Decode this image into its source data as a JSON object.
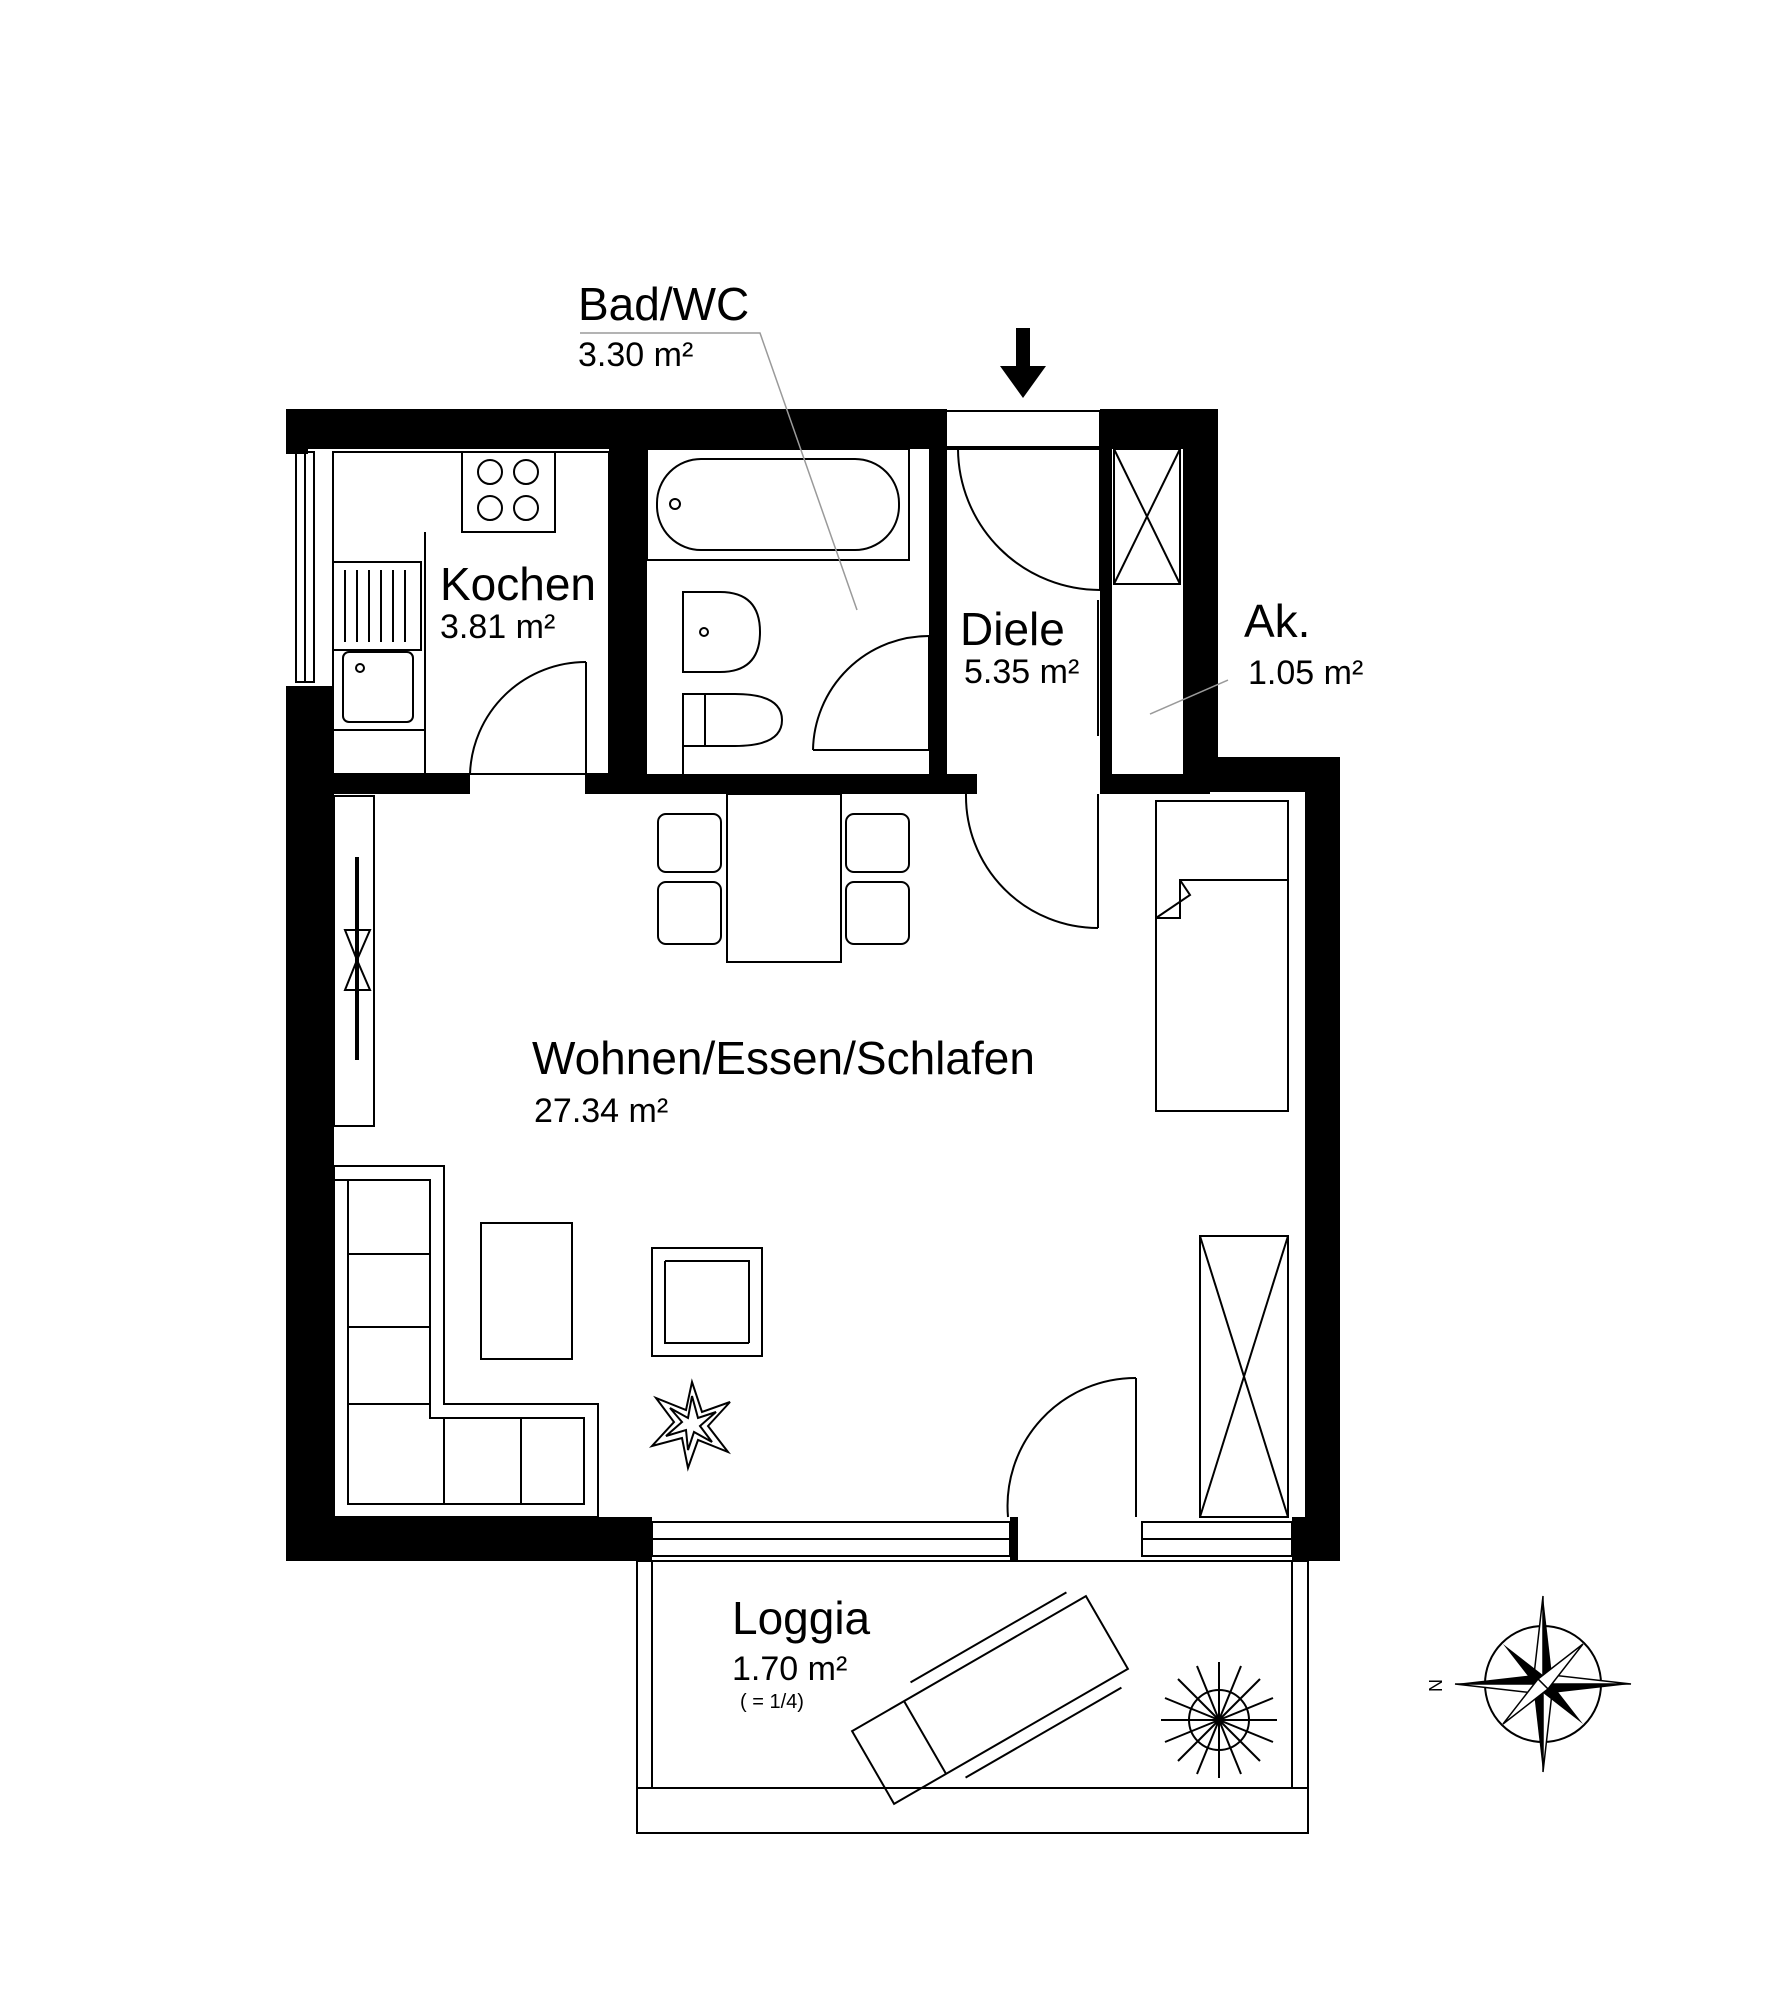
{
  "rooms": {
    "bad_wc": {
      "name": "Bad/WC",
      "area": "3.30 m²"
    },
    "kochen": {
      "name": "Kochen",
      "area": "3.81 m²"
    },
    "diele": {
      "name": "Diele",
      "area": "5.35 m²"
    },
    "ak": {
      "name": "Ak.",
      "area": "1.05 m²"
    },
    "wohnen": {
      "name": "Wohnen/Essen/Schlafen",
      "area": "27.34 m²"
    },
    "loggia": {
      "name": "Loggia",
      "area": "1.70 m²",
      "note": "( = 1/4)"
    }
  },
  "compass": {
    "label": "N"
  },
  "colors": {
    "wall": "#000000",
    "line": "#000000",
    "leader": "#9a9a9a",
    "background": "#ffffff"
  }
}
